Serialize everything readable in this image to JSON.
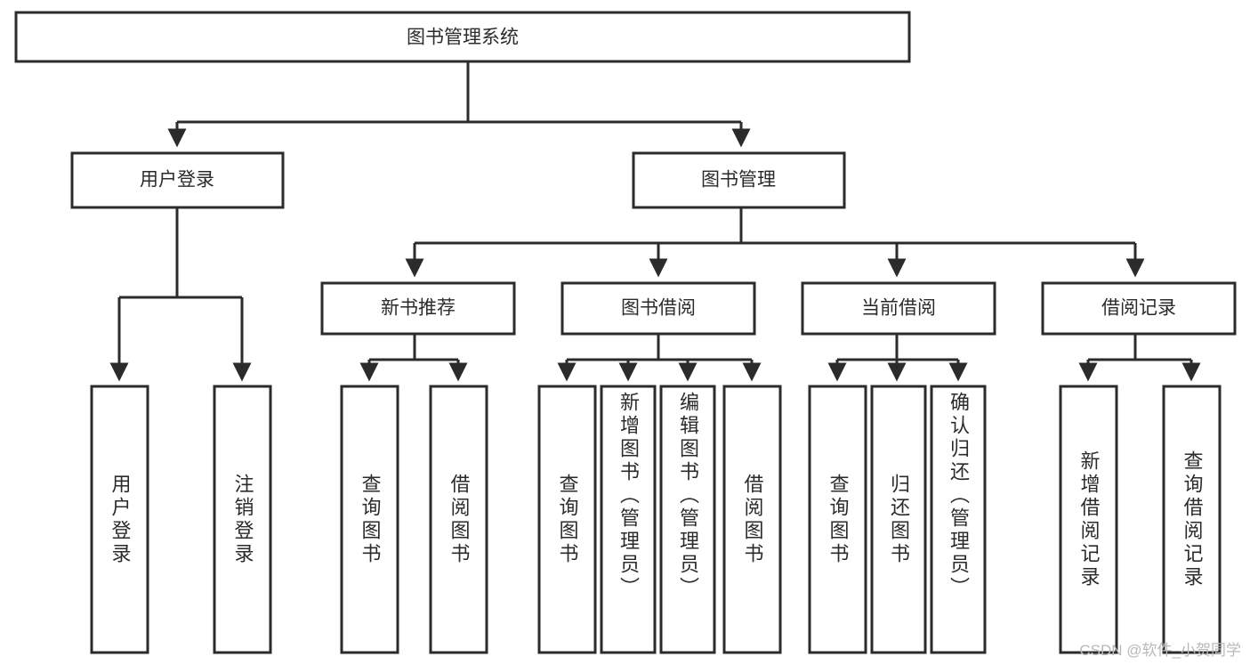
{
  "diagram": {
    "kind": "functional-hierarchy-tree",
    "root": {
      "id": "root",
      "label": "图书管理系统"
    },
    "level2": [
      {
        "id": "user-login",
        "label": "用户登录"
      },
      {
        "id": "book-admin",
        "label": "图书管理"
      }
    ],
    "level3": [
      {
        "id": "new-book-recommend",
        "label": "新书推荐",
        "parent": "book-admin"
      },
      {
        "id": "book-borrow",
        "label": "图书借阅",
        "parent": "book-admin"
      },
      {
        "id": "current-borrow",
        "label": "当前借阅",
        "parent": "book-admin"
      },
      {
        "id": "borrow-record",
        "label": "借阅记录",
        "parent": "book-admin"
      }
    ],
    "leaves": {
      "user-login": [
        {
          "id": "leaf-user-login",
          "label": "用户登录"
        },
        {
          "id": "leaf-user-logout",
          "label": "注销登录"
        }
      ],
      "new-book-recommend": [
        {
          "id": "leaf-query-book-1",
          "label": "查询图书"
        },
        {
          "id": "leaf-borrow-book-1",
          "label": "借阅图书"
        }
      ],
      "book-borrow": [
        {
          "id": "leaf-query-book-2",
          "label": "查询图书"
        },
        {
          "id": "leaf-add-book",
          "label": "新增图书（管理员）"
        },
        {
          "id": "leaf-edit-book",
          "label": "编辑图书（管理员）"
        },
        {
          "id": "leaf-borrow-book-2",
          "label": "借阅图书"
        }
      ],
      "current-borrow": [
        {
          "id": "leaf-query-book-3",
          "label": "查询图书"
        },
        {
          "id": "leaf-return-book",
          "label": "归还图书"
        },
        {
          "id": "leaf-confirm-return",
          "label": "确认归还（管理员）"
        }
      ],
      "borrow-record": [
        {
          "id": "leaf-add-record",
          "label": "新增借阅记录"
        },
        {
          "id": "leaf-query-record",
          "label": "查询借阅记录"
        }
      ]
    }
  },
  "watermark": {
    "text": "CSDN @软件_小贺同学"
  },
  "colors": {
    "stroke": "#2b2b2b",
    "fill": "#ffffff",
    "text": "#2b2b2b",
    "watermark": "#b9b9b9",
    "background": "#ffffff"
  }
}
